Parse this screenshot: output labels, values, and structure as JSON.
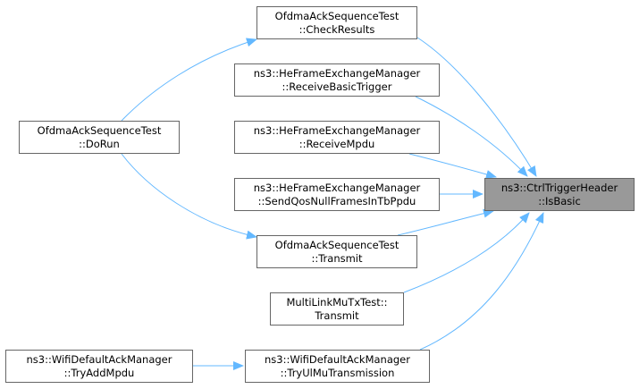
{
  "diagram": {
    "edge_color": "#63b8ff",
    "focus_fill": "#999999",
    "nodes": {
      "isbasic": {
        "line1": "ns3::CtrlTriggerHeader",
        "line2": "::IsBasic"
      },
      "checkresults": {
        "line1": "OfdmaAckSequenceTest",
        "line2": "::CheckResults"
      },
      "receivebasic": {
        "line1": "ns3::HeFrameExchangeManager",
        "line2": "::ReceiveBasicTrigger"
      },
      "receivempdu": {
        "line1": "ns3::HeFrameExchangeManager",
        "line2": "::ReceiveMpdu"
      },
      "sendqos": {
        "line1": "ns3::HeFrameExchangeManager",
        "line2": "::SendQosNullFramesInTbPpdu"
      },
      "transmit": {
        "line1": "OfdmaAckSequenceTest",
        "line2": "::Transmit"
      },
      "multilink": {
        "line1": "MultiLinkMuTxTest::",
        "line2": "Transmit"
      },
      "tryul": {
        "line1": "ns3::WifiDefaultAckManager",
        "line2": "::TryUlMuTransmission"
      },
      "dorun": {
        "line1": "OfdmaAckSequenceTest",
        "line2": "::DoRun"
      },
      "tryadd": {
        "line1": "ns3::WifiDefaultAckManager",
        "line2": "::TryAddMpdu"
      }
    },
    "edges": [
      {
        "from": "checkresults",
        "to": "isbasic"
      },
      {
        "from": "receivebasic",
        "to": "isbasic"
      },
      {
        "from": "receivempdu",
        "to": "isbasic"
      },
      {
        "from": "sendqos",
        "to": "isbasic"
      },
      {
        "from": "transmit",
        "to": "isbasic"
      },
      {
        "from": "multilink",
        "to": "isbasic"
      },
      {
        "from": "tryul",
        "to": "isbasic"
      },
      {
        "from": "dorun",
        "to": "checkresults"
      },
      {
        "from": "dorun",
        "to": "transmit"
      },
      {
        "from": "tryadd",
        "to": "tryul"
      }
    ]
  }
}
